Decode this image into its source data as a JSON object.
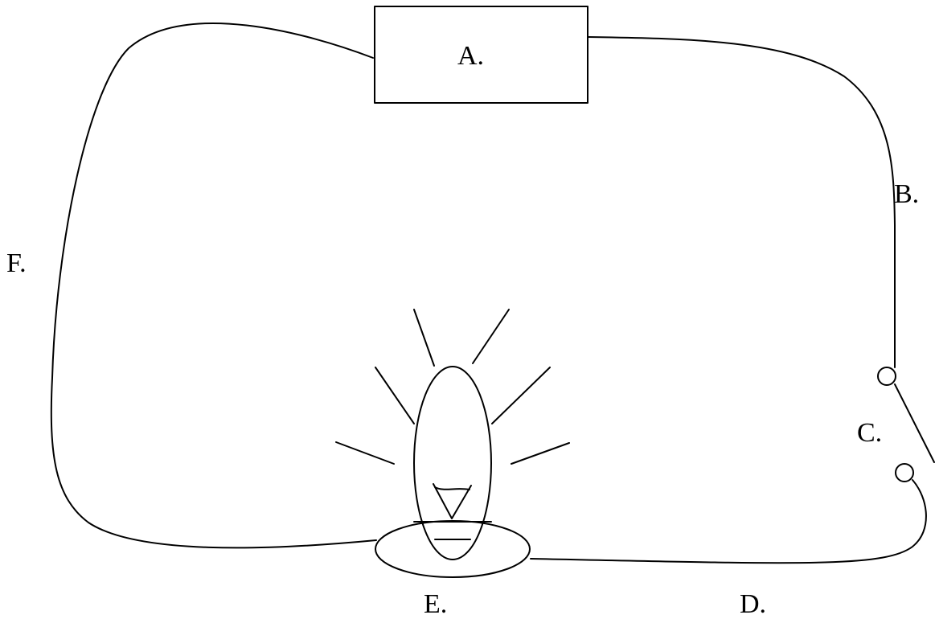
{
  "labels": {
    "battery": "A.",
    "wire_right": "B.",
    "switch": "C.",
    "wire_bottom": "D.",
    "bulb": "E.",
    "wire_left": "F."
  },
  "colors": {
    "stroke": "#000000",
    "background": "#ffffff"
  }
}
